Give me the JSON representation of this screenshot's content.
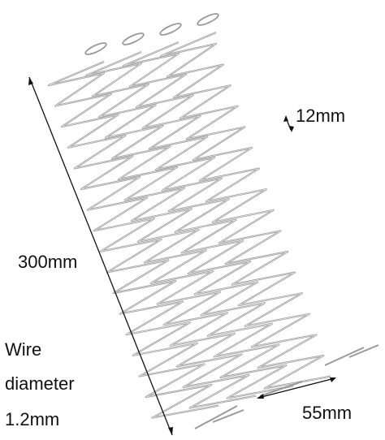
{
  "product_photo": {
    "subject": "zigzag-wire-springs",
    "wire_color": "#9a9a9a",
    "wire_highlight": "#e2e2e2",
    "dimension_color": "#111111"
  },
  "dimensions": {
    "length_label": "300mm",
    "spacing_label": "12mm",
    "width_label": "55mm"
  },
  "wire_note": {
    "line1": "Wire",
    "line2": "diameter",
    "line3": "1.2mm"
  }
}
